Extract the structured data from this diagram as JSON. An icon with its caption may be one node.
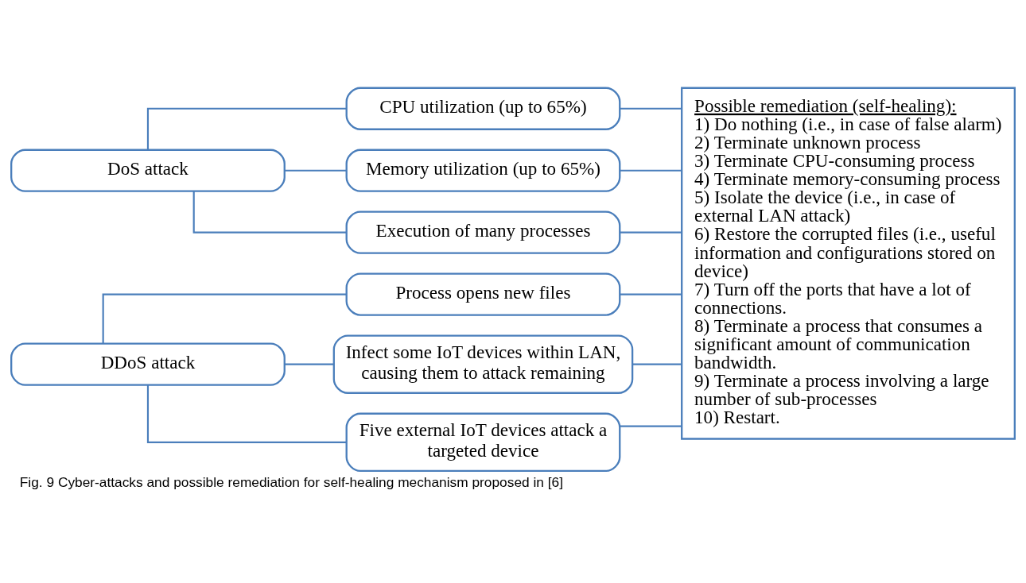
{
  "diagram": {
    "caption": "Fig. 9 Cyber-attacks and possible remediation for self-healing mechanism proposed in [6]",
    "nodes": [
      {
        "text": [
          "DoS attack"
        ]
      },
      {
        "text": [
          "CPU utilization (up to 65%)"
        ]
      },
      {
        "text": [
          "Memory utilization (up to 65%)"
        ]
      },
      {
        "text": [
          "Execution of many processes"
        ]
      },
      {
        "text": [
          "DDoS attack"
        ]
      },
      {
        "text": [
          "Process opens new files"
        ]
      },
      {
        "text": [
          "Infect some IoT devices within LAN, causing them to attack remaining"
        ]
      },
      {
        "text": [
          "Five external IoT devices attack a targeted device"
        ]
      },
      {
        "text": [
          "Possible remediation (self-healing):",
          "1) Do nothing (i.e., in case of false alarm)",
          "2) Terminate unknown process",
          "3) Terminate CPU-consuming process",
          "4) Terminate memory-consuming process",
          "5) Isolate the device (i.e., in case of external LAN attack)",
          "6) Restore the corrupted files (i.e., useful information and configurations stored on device)",
          "7) Turn off the ports that have a lot of connections.",
          "8) Terminate a process that consumes a significant amount of communication bandwidth.",
          "9) Terminate a process involving a large number of sub-processes",
          "10) Restart."
        ]
      }
    ],
    "edges": [
      {
        "from": 0,
        "to": 1,
        "arrow": "none"
      },
      {
        "from": 0,
        "to": 2,
        "arrow": "none"
      },
      {
        "from": 0,
        "to": 3,
        "arrow": "none"
      },
      {
        "from": 4,
        "to": 5,
        "arrow": "none"
      },
      {
        "from": 4,
        "to": 6,
        "arrow": "none"
      },
      {
        "from": 4,
        "to": 7,
        "arrow": "none"
      },
      {
        "from": 1,
        "to": 8,
        "arrow": "none"
      },
      {
        "from": 2,
        "to": 8,
        "arrow": "none"
      },
      {
        "from": 3,
        "to": 8,
        "arrow": "none"
      },
      {
        "from": 5,
        "to": 8,
        "arrow": "none"
      },
      {
        "from": 6,
        "to": 8,
        "arrow": "none"
      },
      {
        "from": 7,
        "to": 8,
        "arrow": "none"
      }
    ]
  }
}
